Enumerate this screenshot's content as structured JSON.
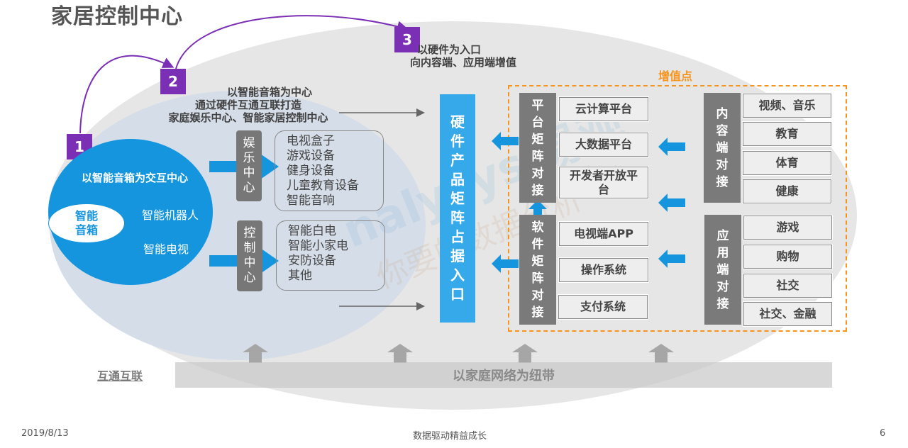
{
  "title": "家居控制中心",
  "steps": [
    {
      "num": "1",
      "text": "以智能音箱为交互中心"
    },
    {
      "num": "2",
      "lines": [
        "以智能音箱为中心",
        "通过硬件互通互联打造",
        "家庭娱乐中心、智能家居控制中心"
      ]
    },
    {
      "num": "3",
      "lines": [
        "以硬件为入口",
        "向内容端、应用端增值"
      ]
    }
  ],
  "core": {
    "speaker": [
      "智能",
      "音箱"
    ],
    "items": [
      "智能机器人",
      "智能电视"
    ]
  },
  "centers": [
    {
      "label": [
        "娱",
        "乐",
        "中",
        "心"
      ],
      "items": [
        "电视盒子",
        "游戏设备",
        "健身设备",
        "儿童教育设备",
        "智能音响"
      ]
    },
    {
      "label": [
        "控",
        "制",
        "中",
        "心"
      ],
      "items": [
        "智能白电",
        "智能小家电",
        "安防设备",
        "其他"
      ]
    }
  ],
  "hardware_bar": [
    "硬",
    "件",
    "产",
    "品",
    "矩",
    "阵",
    "占",
    "据",
    "入",
    "口"
  ],
  "value_points_label": "增值点",
  "platform": {
    "label": [
      "平",
      "台",
      "矩",
      "阵",
      "对",
      "接"
    ],
    "items": [
      "云计算平台",
      "大数据平台",
      "开发者开放平台"
    ]
  },
  "software": {
    "label": [
      "软",
      "件",
      "矩",
      "阵",
      "对",
      "接"
    ],
    "items": [
      "电视端APP",
      "操作系统",
      "支付系统"
    ]
  },
  "content": {
    "label": [
      "内",
      "容",
      "端",
      "对",
      "接"
    ],
    "items": [
      "视频、音乐",
      "教育",
      "体育",
      "健康"
    ]
  },
  "application": {
    "label": [
      "应",
      "用",
      "端",
      "对",
      "接"
    ],
    "items": [
      "游戏",
      "购物",
      "社交",
      "社交、金融"
    ]
  },
  "interconnect_label": "互通互联",
  "network_band": "以家庭网络为纽带",
  "watermark": {
    "latin": "nalysys 易观",
    "cn": "你要的数据分析"
  },
  "colors": {
    "accent_blue": "#1595de",
    "bar_blue": "#36a9ea",
    "badge_purple": "#7b2fb5",
    "value_orange": "#f7941d",
    "label_gray": "#7a7a7a"
  },
  "footer": {
    "date": "2019/8/13",
    "center": "数据驱动精益成长",
    "page": "6"
  }
}
